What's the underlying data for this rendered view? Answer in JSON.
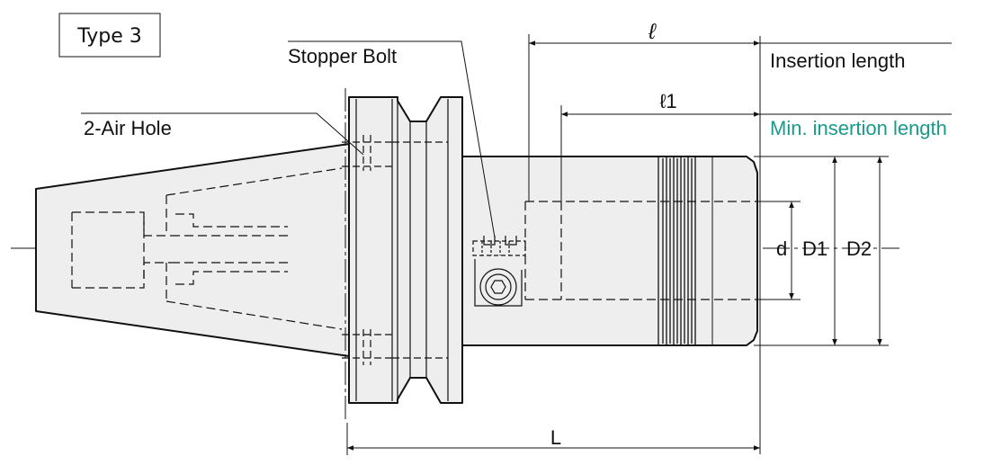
{
  "type_label": "Type 3",
  "callouts": {
    "stopper_bolt": "Stopper Bolt",
    "air_hole": "2-Air Hole",
    "insertion_length": "Insertion length",
    "min_insertion_length": "Min. insertion length"
  },
  "dimensions": {
    "ell": "ℓ",
    "ell1": "ℓ1",
    "L": "L",
    "d": "d",
    "D1": "D1",
    "D2": "D2"
  },
  "colors": {
    "body_fill": "#eeeeee",
    "line": "#111111",
    "accent_teal": "#1a9a8a"
  }
}
